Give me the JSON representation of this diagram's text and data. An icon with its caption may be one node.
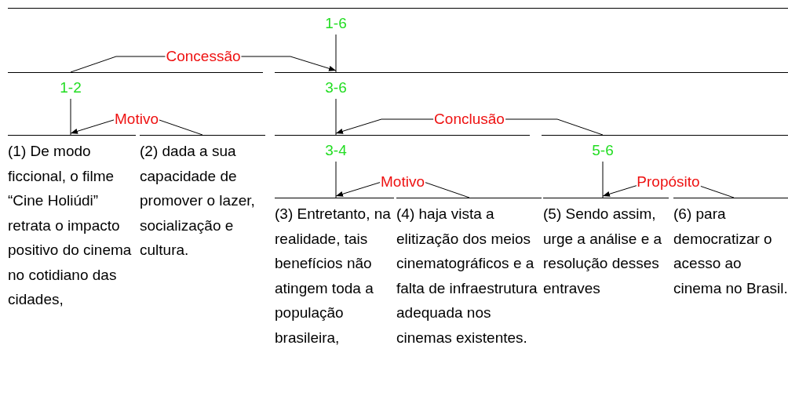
{
  "diagram": {
    "nodes": [
      {
        "text": [
          "1-6"
        ]
      },
      {
        "text": [
          "1-2"
        ]
      },
      {
        "text": [
          "3-6"
        ]
      },
      {
        "text": [
          "(1) De modo ficcional, o filme “Cine Holiúdi” retrata o impacto positivo do cinema no cotidiano das cidades,"
        ]
      },
      {
        "text": [
          "(2) dada a sua capacidade de promover o lazer, socialização e cultura."
        ]
      },
      {
        "text": [
          "3-4"
        ]
      },
      {
        "text": [
          "5-6"
        ]
      },
      {
        "text": [
          "(3) Entretanto, na realidade, tais benefícios não atingem toda a população brasileira,"
        ]
      },
      {
        "text": [
          "(4) haja vista a elitização dos meios cinematográficos e a falta de infraestrutura adequada nos cinemas existentes."
        ]
      },
      {
        "text": [
          "(5) Sendo assim, urge a análise e a resolução desses entraves"
        ]
      },
      {
        "text": [
          "(6) para democratizar o acesso ao cinema no Brasil."
        ]
      }
    ],
    "edges": [
      {
        "from": 0,
        "to": 2,
        "arrow": "none"
      },
      {
        "from": 1,
        "to": 2,
        "arrow": "to",
        "label": "Concessão"
      },
      {
        "from": 1,
        "to": 3,
        "arrow": "none"
      },
      {
        "from": 4,
        "to": 3,
        "arrow": "to",
        "label": "Motivo"
      },
      {
        "from": 2,
        "to": 5,
        "arrow": "none"
      },
      {
        "from": 6,
        "to": 5,
        "arrow": "to",
        "label": "Conclusão"
      },
      {
        "from": 5,
        "to": 7,
        "arrow": "none"
      },
      {
        "from": 8,
        "to": 7,
        "arrow": "to",
        "label": "Motivo"
      },
      {
        "from": 6,
        "to": 9,
        "arrow": "none"
      },
      {
        "from": 10,
        "to": 9,
        "arrow": "to",
        "label": "Propósito"
      }
    ]
  }
}
